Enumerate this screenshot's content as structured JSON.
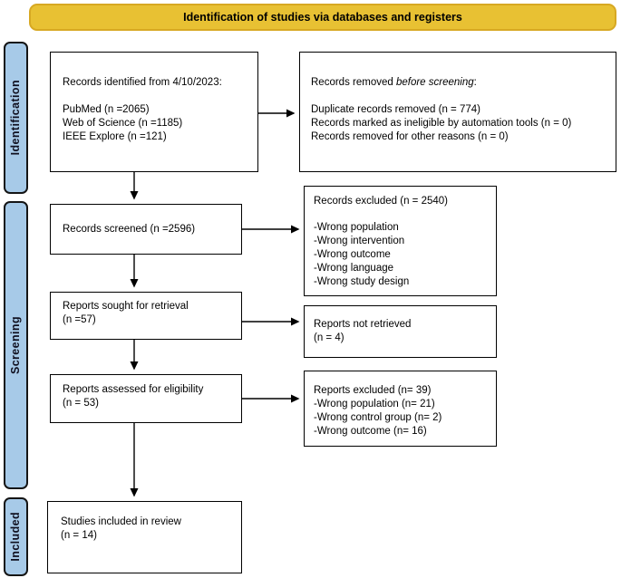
{
  "banner": {
    "title": "Identification of studies via databases and registers"
  },
  "colors": {
    "banner_bg": "#E8C133",
    "banner_border": "#D7A822",
    "sidebar_bg": "#A7CAE8"
  },
  "sidebar": {
    "items": [
      {
        "label": "Identification"
      },
      {
        "label": "Screening"
      },
      {
        "label": "Included"
      }
    ]
  },
  "boxes": {
    "records_identified": {
      "title": "Records identified from 4/10/2023:",
      "lines": [
        "PubMed (n =2065)",
        "Web of Science (n =1185)",
        "IEEE Explore (n =121)"
      ]
    },
    "records_removed": {
      "title_prefix": "Records removed ",
      "title_italic": "before screening",
      "title_suffix": ":",
      "lines": [
        "Duplicate records removed (n = 774)",
        "Records marked as ineligible by automation tools (n = 0)",
        "Records removed for other reasons (n = 0)"
      ]
    },
    "records_screened": {
      "text": "Records screened (n =2596)"
    },
    "records_excluded": {
      "title": "Records excluded (n = 2540)",
      "lines": [
        "-Wrong population",
        "-Wrong intervention",
        "-Wrong outcome",
        "-Wrong language",
        "-Wrong study design"
      ]
    },
    "reports_sought": {
      "line1": "Reports sought for retrieval",
      "line2": "(n =57)"
    },
    "reports_not_retrieved": {
      "line1": "Reports not retrieved",
      "line2": "(n = 4)"
    },
    "reports_assessed": {
      "line1": "Reports assessed for eligibility",
      "line2": "(n = 53)"
    },
    "reports_excluded": {
      "title": "Reports excluded (n= 39)",
      "lines": [
        "-Wrong population (n= 21)",
        "-Wrong control group (n= 2)",
        "-Wrong outcome (n= 16)"
      ]
    },
    "studies_included": {
      "line1": "Studies included in review",
      "line2": "(n = 14)"
    }
  }
}
